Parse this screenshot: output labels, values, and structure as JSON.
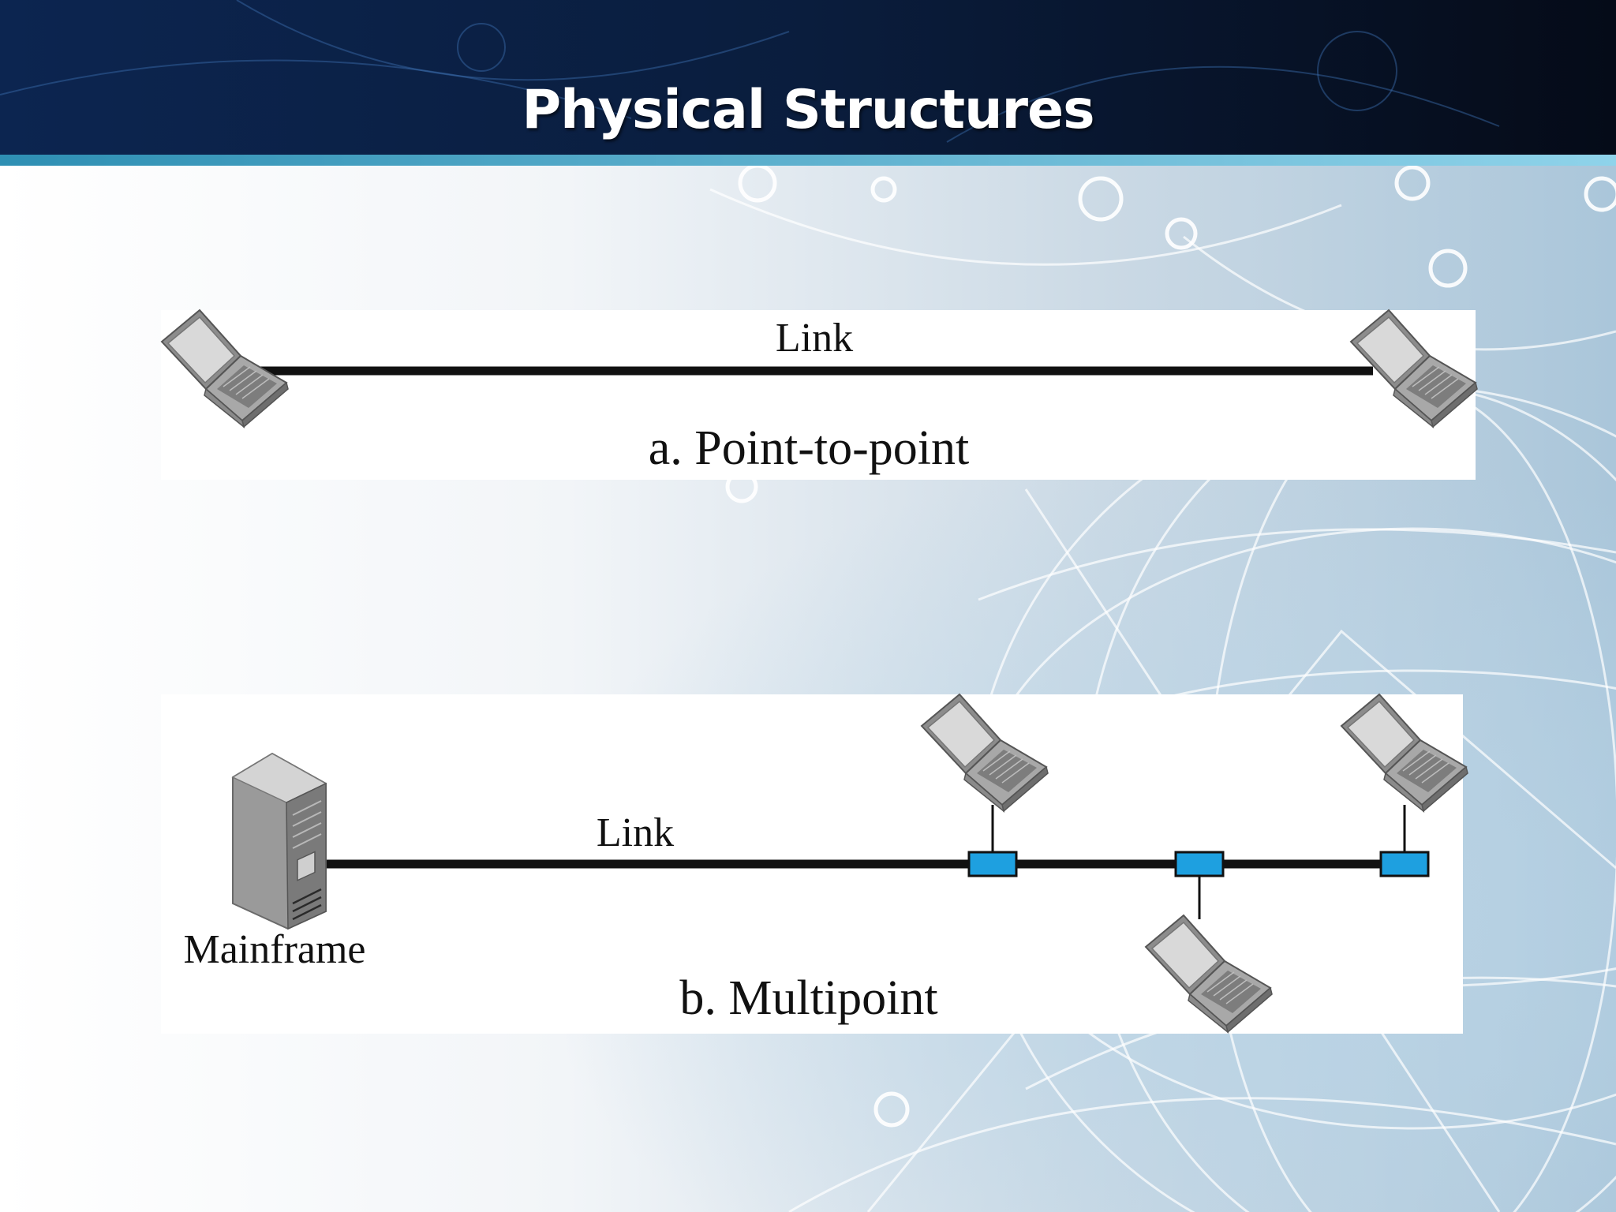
{
  "slide": {
    "title": "Physical Structures"
  },
  "diagram": {
    "point_to_point": {
      "link_label": "Link",
      "caption": "a. Point-to-point",
      "nodes": [
        "laptop-icon",
        "laptop-icon"
      ]
    },
    "multipoint": {
      "link_label": "Link",
      "mainframe_label": "Mainframe",
      "caption": "b. Multipoint",
      "nodes": [
        "mainframe-icon",
        "laptop-icon",
        "laptop-icon",
        "laptop-icon"
      ],
      "tap_color": "#1ea0e0"
    }
  },
  "colors": {
    "header": "#0a1a33",
    "header_stripe": "#3aa6c8",
    "link": "#111111"
  }
}
